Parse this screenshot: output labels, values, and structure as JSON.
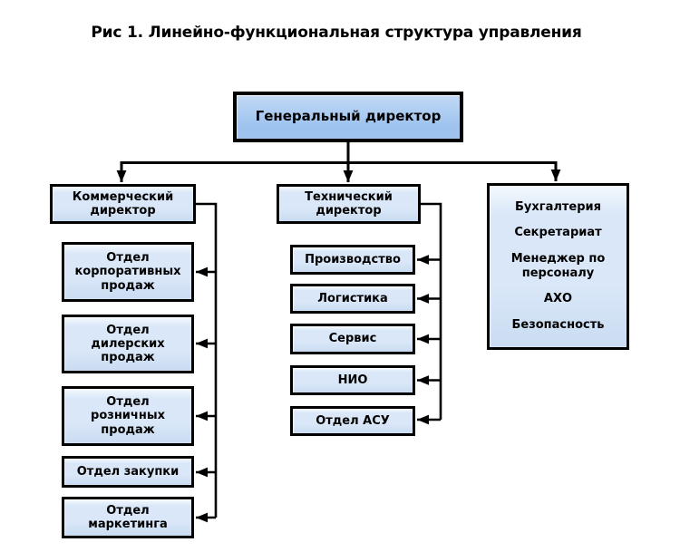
{
  "title": "Рис 1. Линейно-функциональная структура управления",
  "colors": {
    "page_bg": "#ffffff",
    "text": "#000000",
    "line": "#000000",
    "box_border": "#000000",
    "root_fill_top": "#c2d9f5",
    "root_fill_bottom": "#9dc3ee",
    "node_fill_top": "#f4f9fe",
    "node_fill_mid": "#d9e7f8",
    "node_fill_bottom": "#cadcf2"
  },
  "root": {
    "label": "Генеральный директор"
  },
  "branches": {
    "commercial": {
      "label": "Коммерческий директор",
      "departments": [
        {
          "label": "Отдел корпоративных продаж"
        },
        {
          "label": "Отдел дилерских продаж"
        },
        {
          "label": "Отдел розничных продаж"
        },
        {
          "label": "Отдел закупки"
        },
        {
          "label": "Отдел маркетинга"
        }
      ]
    },
    "technical": {
      "label": "Технический директор",
      "departments": [
        {
          "label": "Производство"
        },
        {
          "label": "Логистика"
        },
        {
          "label": "Сервис"
        },
        {
          "label": "НИО"
        },
        {
          "label": "Отдел АСУ"
        }
      ]
    },
    "staff": {
      "items": [
        {
          "label": "Бухгалтерия"
        },
        {
          "label": "Секретариат"
        },
        {
          "label": "Менеджер по персоналу"
        },
        {
          "label": "АХО"
        },
        {
          "label": "Безопасность"
        }
      ]
    }
  }
}
